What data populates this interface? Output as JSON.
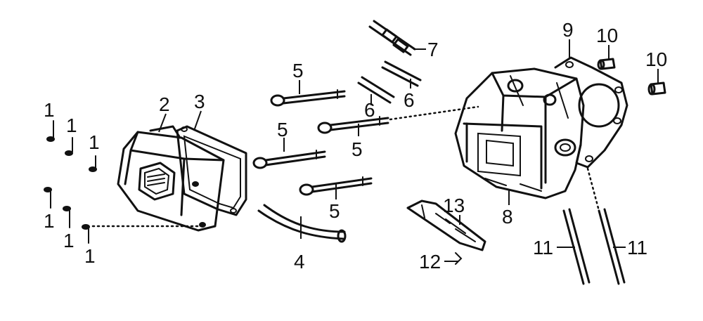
{
  "callouts": {
    "screw": "1",
    "head_cover": "2",
    "gasket": "3",
    "breather_tube": "4",
    "bolt": "5",
    "stud": "6",
    "spark_plug": "7",
    "cylinder_head": "8",
    "head_gasket": "9",
    "dowel_pin": "10",
    "push_rod": "11",
    "clip": "12",
    "deflector": "13"
  }
}
